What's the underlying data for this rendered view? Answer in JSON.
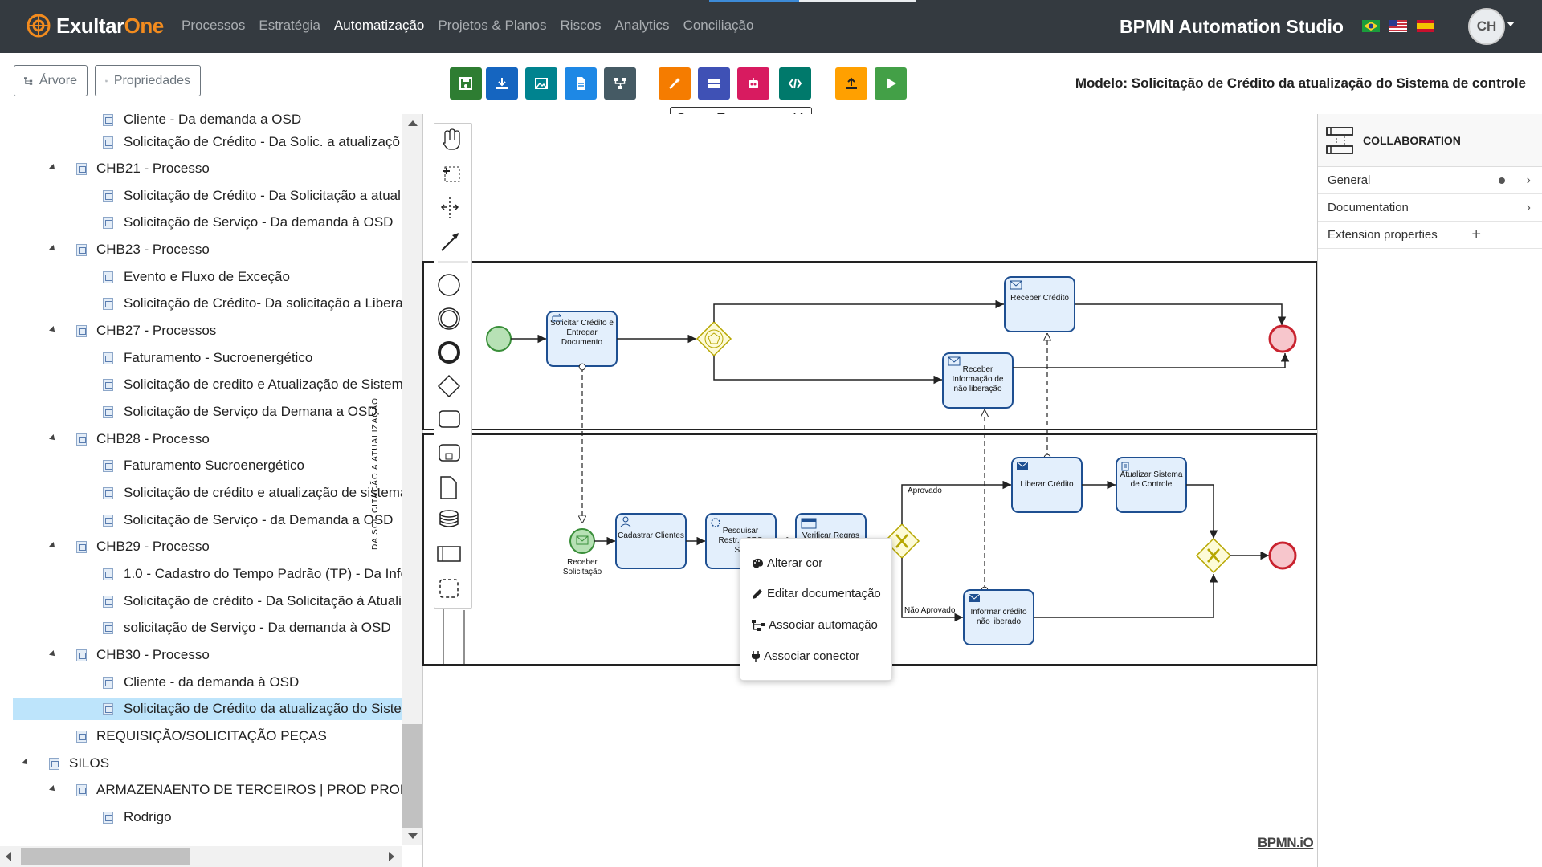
{
  "brand": {
    "name_prefix": "Exultar",
    "name_suffix": "One"
  },
  "nav": {
    "items": [
      {
        "label": "Processos"
      },
      {
        "label": "Estratégia"
      },
      {
        "label": "Automatização"
      },
      {
        "label": "Projetos & Planos"
      },
      {
        "label": "Riscos"
      },
      {
        "label": "Analytics"
      },
      {
        "label": "Conciliação"
      }
    ],
    "active": "Automatização"
  },
  "app_title": "BPMN Automation Studio",
  "user": {
    "initials": "CH"
  },
  "toolbar": {
    "tree_button": "Árvore",
    "properties_button": "Propriedades",
    "tooltip": "Gerar Forms com IA",
    "model_label": "Modelo: Solicitação de Crédito da atualização do Sistema de controle",
    "colors": {
      "green": "#2e7d32",
      "blue": "#1565c0",
      "teal": "#00838f",
      "sky": "#1e88e5",
      "slate": "#455a64",
      "orange": "#f57c00",
      "indigo": "#3f51b5",
      "pink": "#d81b60",
      "darkteal": "#00796b",
      "amber": "#ffa000",
      "play": "#43a047"
    }
  },
  "tree": {
    "items": [
      {
        "label": "Cliente - Da demanda a OSD"
      },
      {
        "label": "Solicitação de Crédito - Da Solic. a atualizaçõ"
      },
      {
        "label": "CHB21 - Processo"
      },
      {
        "label": "Solicitação de Crédito - Da Solicitação a atuali"
      },
      {
        "label": "Solicitação de Serviço - Da demanda à OSD"
      },
      {
        "label": "CHB23 - Processo"
      },
      {
        "label": "Evento e Fluxo de Exceção"
      },
      {
        "label": "Solicitação de Crédito- Da solicitação a Libera"
      },
      {
        "label": "CHB27 - Processos"
      },
      {
        "label": "Faturamento - Sucroenergético"
      },
      {
        "label": "Solicitação de credito e Atualização de Sistem"
      },
      {
        "label": "Solicitação de Serviço da Demana a OSD"
      },
      {
        "label": "CHB28 - Processo"
      },
      {
        "label": "Faturamento Sucroenergético"
      },
      {
        "label": "Solicitação de crédito e atualização de sistema"
      },
      {
        "label": "Solicitação de Serviço - da Demanda a OSD"
      },
      {
        "label": "CHB29 - Processo"
      },
      {
        "label": "1.0 - Cadastro do Tempo Padrão (TP) - Da Info"
      },
      {
        "label": "Solicitação de crédito - Da Solicitação à Atuali"
      },
      {
        "label": "solicitação de Serviço - Da demanda à OSD"
      },
      {
        "label": "CHB30 - Processo"
      },
      {
        "label": "Cliente - da demanda à OSD"
      },
      {
        "label": "Solicitação de Crédito da atualização do Sisten"
      },
      {
        "label": "REQUISIÇÃO/SOLICITAÇÃO PEÇAS"
      },
      {
        "label": "SILOS"
      },
      {
        "label": "ARMAZENAENTO DE TERCEIROS | PROD PROF"
      },
      {
        "label": "Rodrigo"
      }
    ]
  },
  "diagram": {
    "tasks": {
      "t1": "Solicitar Crédito e Entregar Documento",
      "t2": "Receber Crédito",
      "t3": "Receber Informação de não liberação",
      "t4": "Cadastrar Clientes",
      "t5": "Pesquisar Restr... SPC S...",
      "t6": "Verificar Regras",
      "t7": "Liberar Crédito",
      "t8": "Atualizar Sistema de Controle",
      "t9": "Informar crédito não liberado"
    },
    "event_label": "Receber Solicitação",
    "flow_approved": "Aprovado",
    "flow_not_approved": "Não Aprovado",
    "lane_label_bottom": "DA SOLICITAÇÃO A ATUALIZAÇÃO"
  },
  "context_menu": {
    "items": [
      {
        "label": "Alterar cor",
        "icon": "palette-icon"
      },
      {
        "label": "Editar documentação",
        "icon": "pencil-icon"
      },
      {
        "label": "Associar automação",
        "icon": "sitemap-icon"
      },
      {
        "label": "Associar conector",
        "icon": "plug-icon"
      }
    ]
  },
  "properties": {
    "header": "COLLABORATION",
    "rows": [
      {
        "label": "General",
        "icon": "chevron-right-icon"
      },
      {
        "label": "Documentation",
        "icon": "chevron-right-icon"
      },
      {
        "label": "Extension properties",
        "icon": "plus-icon"
      }
    ]
  },
  "watermark": "BPMN.iO"
}
